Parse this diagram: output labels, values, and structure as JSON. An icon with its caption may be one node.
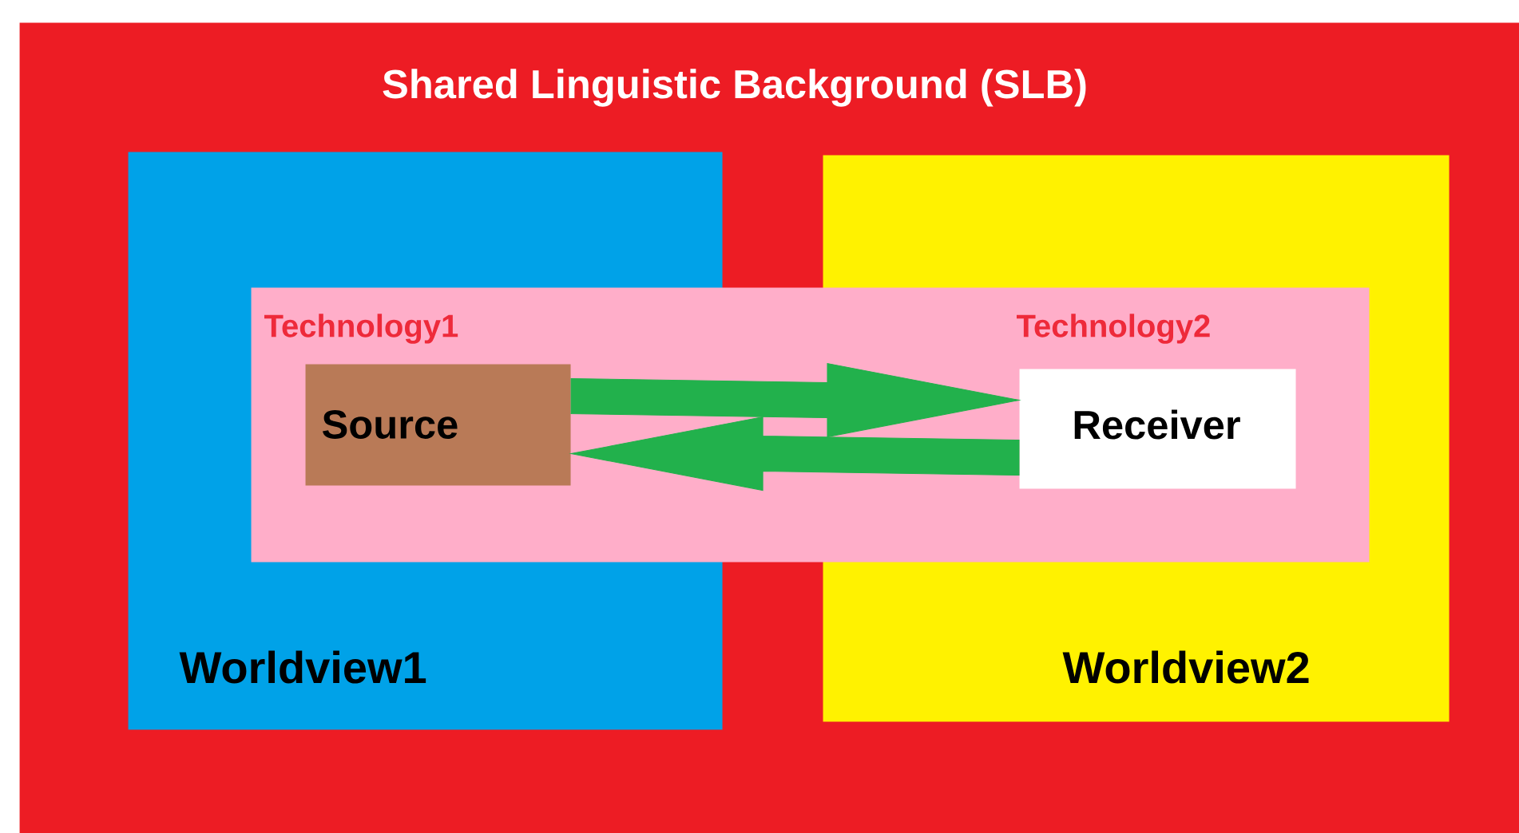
{
  "diagram": {
    "nodes": [
      {
        "text": [
          "Shared Linguistic Background (SLB)"
        ]
      },
      {
        "text": [
          "Worldview1"
        ],
        "in": 0
      },
      {
        "text": [
          "Worldview2"
        ],
        "in": 0
      },
      {
        "text": [
          "Technology1",
          "Technology2"
        ],
        "in": 0
      },
      {
        "text": [
          "Source"
        ]
      },
      {
        "text": [
          "Receiver"
        ]
      }
    ],
    "edges": [
      {
        "from": 4,
        "to": 5,
        "arrow": "to"
      },
      {
        "from": 5,
        "to": 4,
        "arrow": "to"
      }
    ]
  }
}
